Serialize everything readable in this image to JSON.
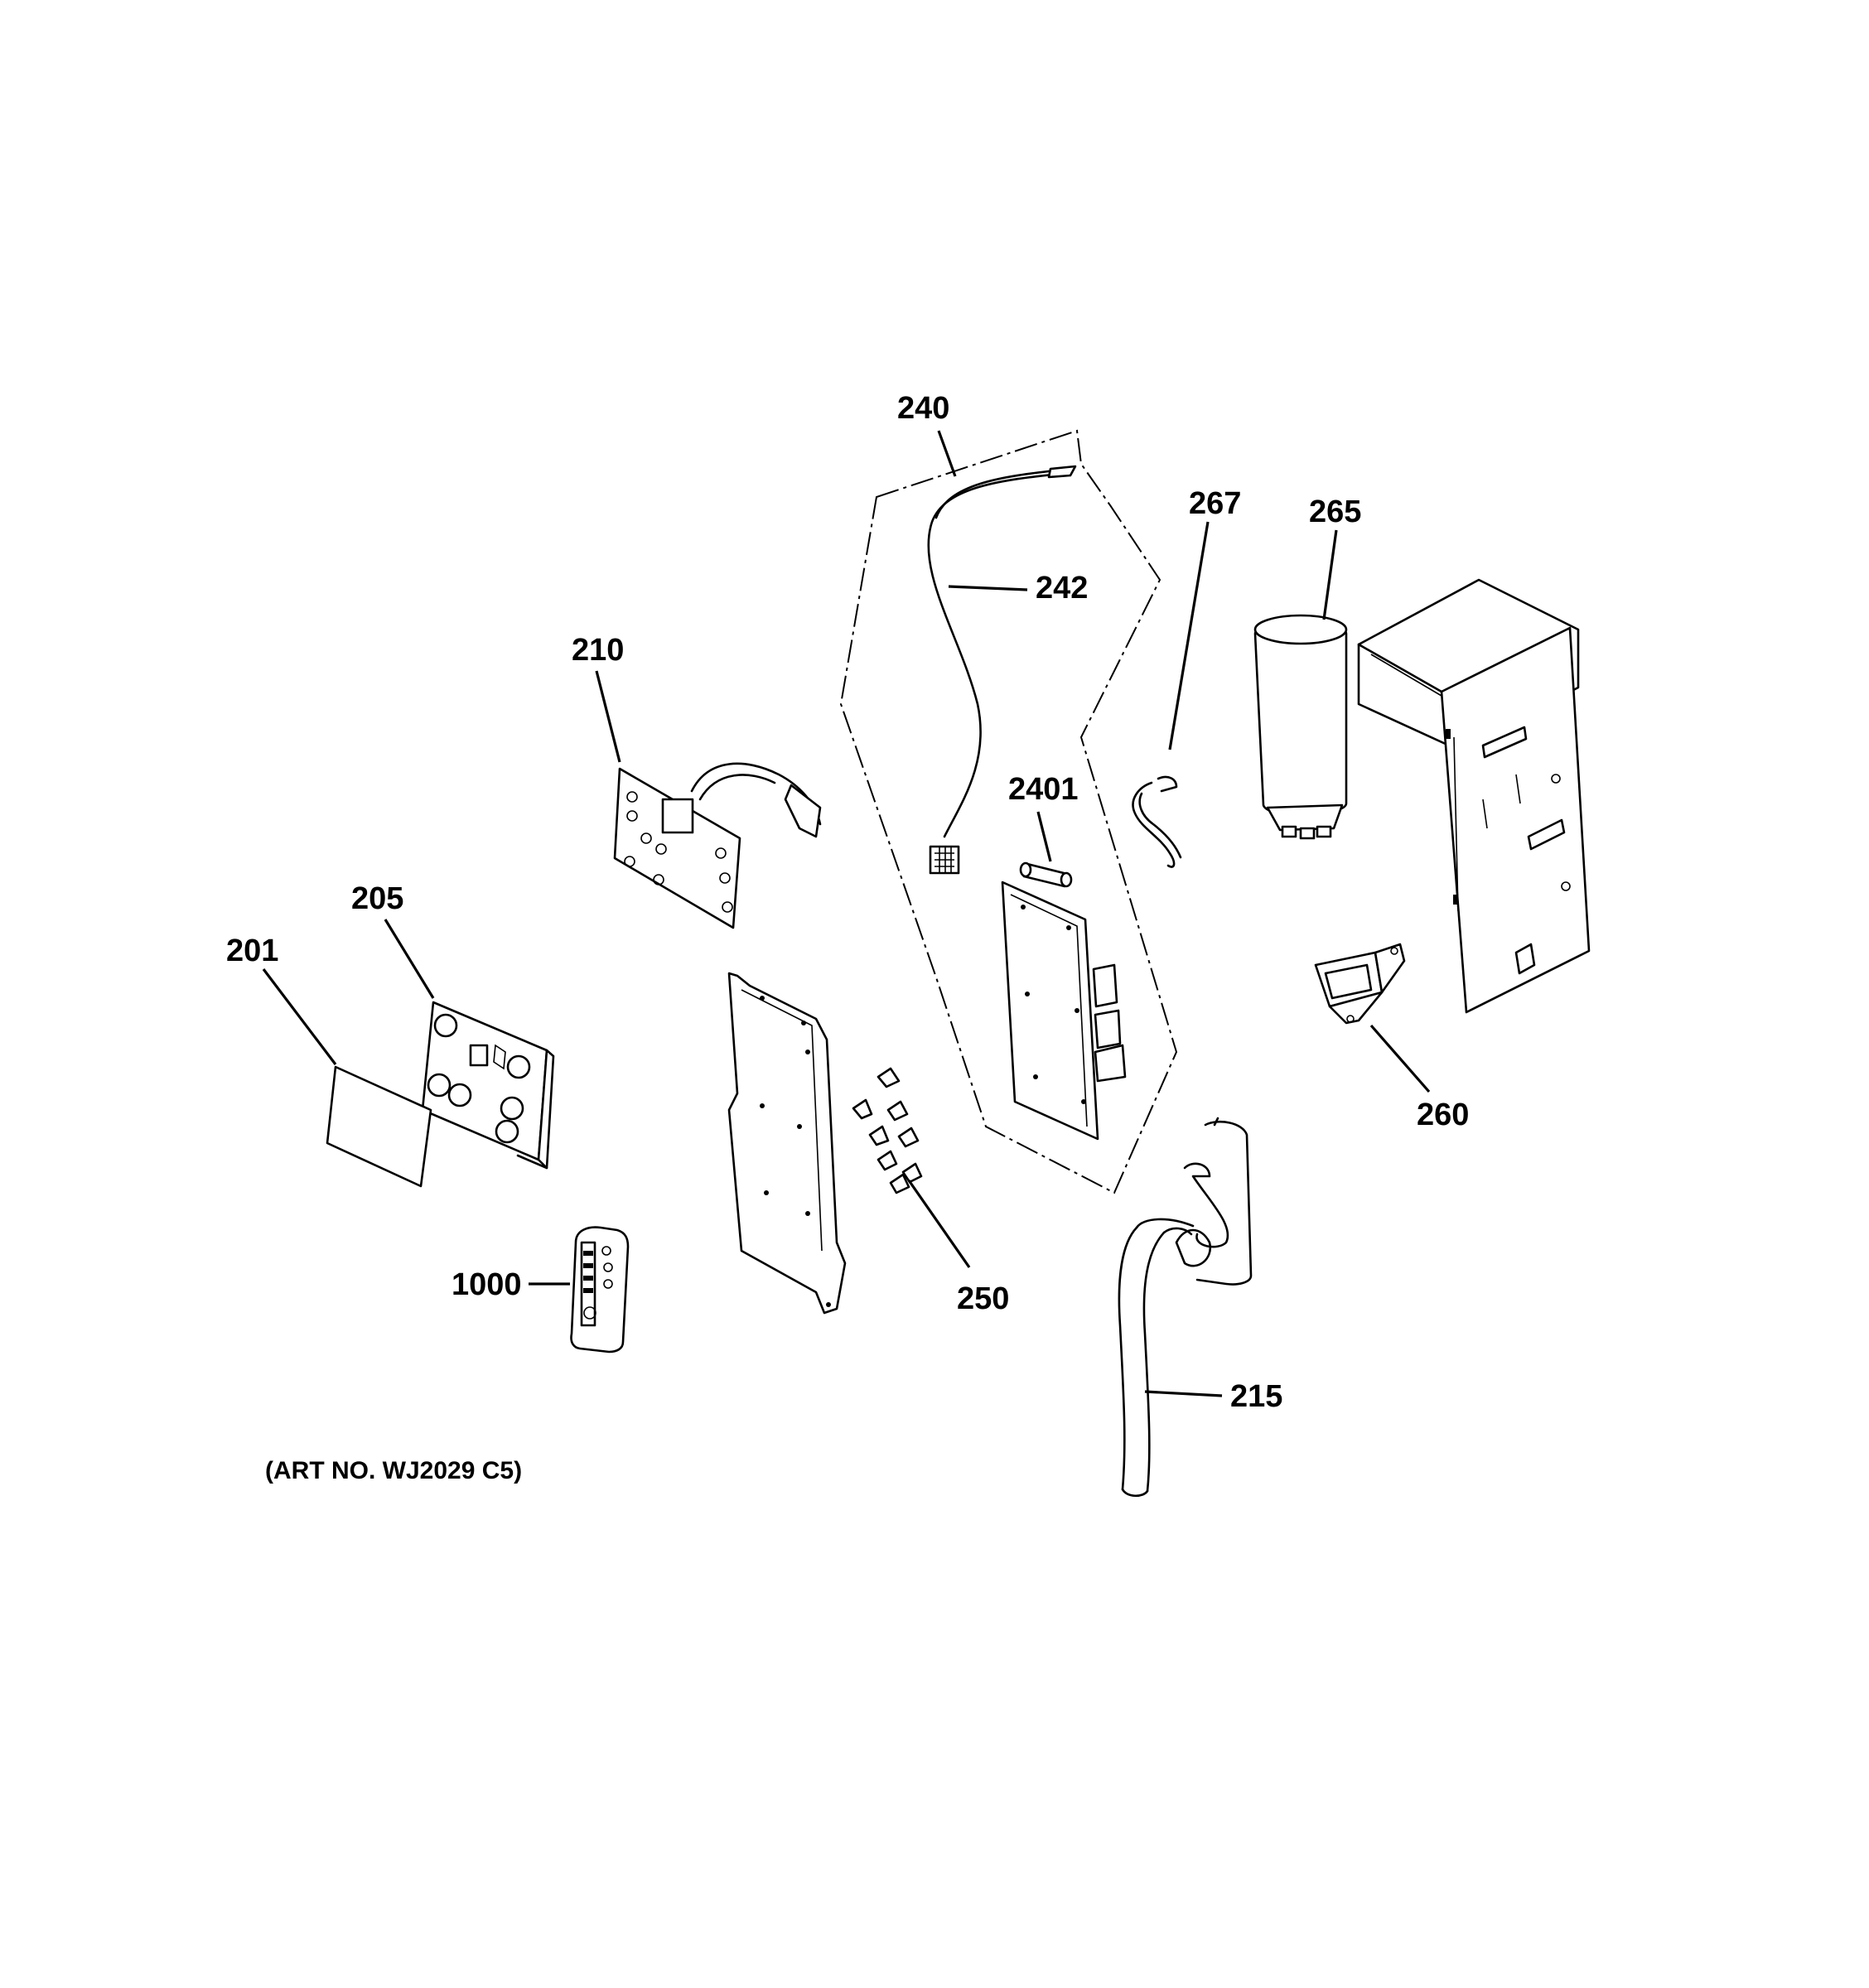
{
  "diagram": {
    "callouts": {
      "c240": "240",
      "c242": "242",
      "c267": "267",
      "c265": "265",
      "c210": "210",
      "c2401": "2401",
      "c205": "205",
      "c201": "201",
      "c260": "260",
      "c1000": "1000",
      "c250": "250",
      "c215": "215"
    },
    "art_number": "(ART NO. WJ2029 C5)"
  }
}
